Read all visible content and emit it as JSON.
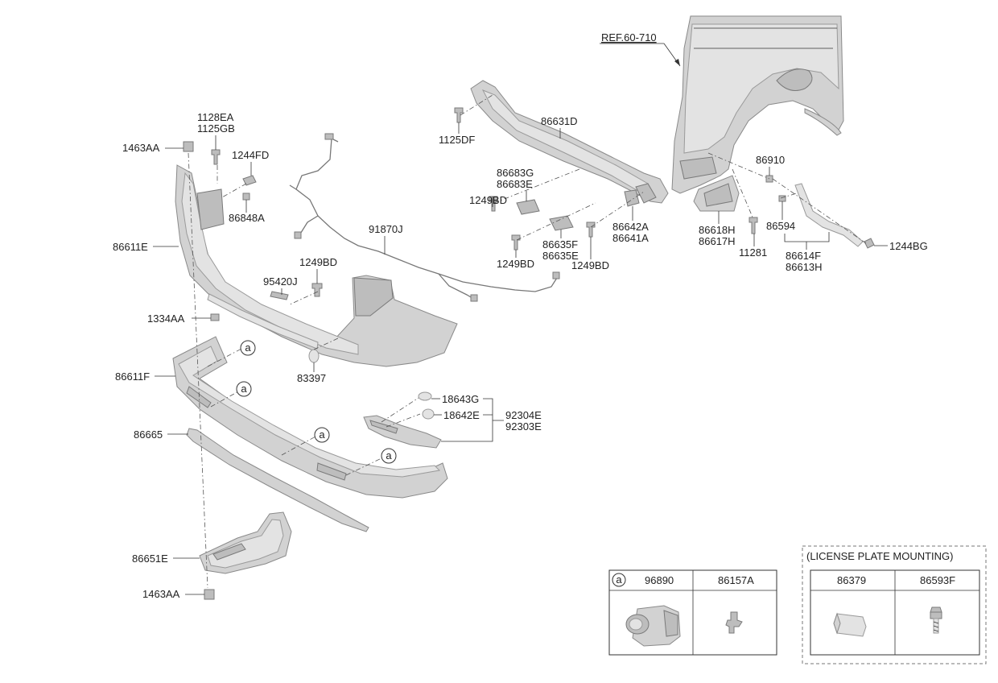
{
  "ref_label": "REF.60-710",
  "labels": {
    "l_1128EA": "1128EA",
    "l_1125GB": "1125GB",
    "l_1463AA_top": "1463AA",
    "l_1244FD": "1244FD",
    "l_86848A": "86848A",
    "l_86611E": "86611E",
    "l_91870J": "91870J",
    "l_1249BD_mid": "1249BD",
    "l_95420J": "95420J",
    "l_1334AA": "1334AA",
    "l_83397": "83397",
    "l_86611F": "86611F",
    "l_86665": "86665",
    "l_18643G": "18643G",
    "l_18642E": "18642E",
    "l_92304E": "92304E",
    "l_92303E": "92303E",
    "l_86651E": "86651E",
    "l_1463AA_bot": "1463AA",
    "l_1125DF": "1125DF",
    "l_86631D": "86631D",
    "l_86683G": "86683G",
    "l_86683E": "86683E",
    "l_1249BD_a": "1249BD",
    "l_1249BD_b": "1249BD",
    "l_1249BD_c": "1249BD",
    "l_86635F": "86635F",
    "l_86635E": "86635E",
    "l_86642A": "86642A",
    "l_86641A": "86641A",
    "l_86910": "86910",
    "l_86618H": "86618H",
    "l_86617H": "86617H",
    "l_11281": "11281",
    "l_86594": "86594",
    "l_86614F": "86614F",
    "l_86613H": "86613H",
    "l_1244BG": "1244BG"
  },
  "callout_letter": "a",
  "legend_table": {
    "col1_header": "96890",
    "col2_header": "86157A"
  },
  "license_plate": {
    "title": "(LICENSE PLATE MOUNTING)",
    "col1_header": "86379",
    "col2_header": "86593F"
  }
}
